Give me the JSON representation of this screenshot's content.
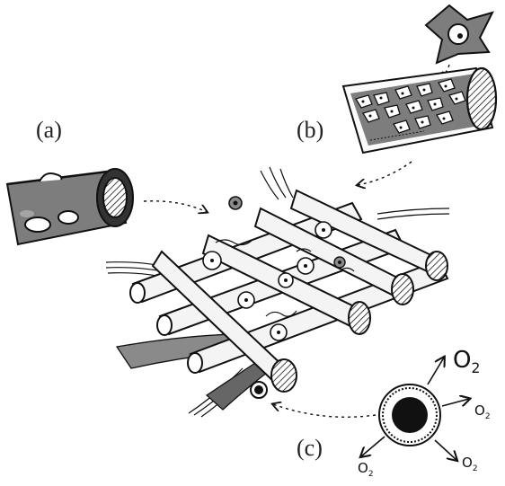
{
  "labels": {
    "a": "(a)",
    "b": "(b)",
    "c": "(c)"
  },
  "oxygen": {
    "big": "O",
    "big_sub": "2",
    "small_1": "O",
    "small_1_sub": "2",
    "small_2": "O",
    "small_2_sub": "2",
    "small_3": "O",
    "small_3_sub": "2"
  },
  "colors": {
    "ink": "#111111",
    "shade": "#8a8a8a",
    "dark_shade": "#555555",
    "rod_fill": "#f4f4f4",
    "cell_fill": "#ffffff"
  }
}
